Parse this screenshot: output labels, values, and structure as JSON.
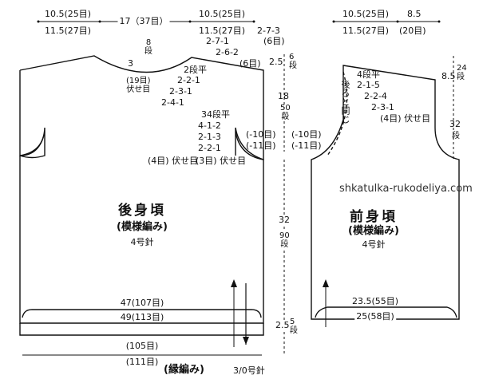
{
  "watermark": "shkatulka-rukodeliya.com",
  "back": {
    "title": "後身頃",
    "pattern": "(模様編み)",
    "needle": "4号針",
    "shoulder_left_top": "10.5(25目)",
    "shoulder_left_bottom": "11.5(27目)",
    "neck_width": "17（37目）",
    "shoulder_right_top": "10.5(25目)",
    "shoulder_right_bottom": "11.5(27目)",
    "shoulder_shaping": [
      "2-7-3",
      "(6目)",
      "2-7-1",
      "2-6-2",
      "(6目)"
    ],
    "neck_depth_1": "3",
    "neck_depth_2": "8\n段",
    "neck_bind": "(19目)\n伏せ目",
    "neck_shaping": [
      "2段平",
      "2-2-1",
      "2-3-1",
      "2-4-1"
    ],
    "armhole_shaping": [
      "34段平",
      "4-1-2",
      "2-1-3",
      "2-2-1",
      "(3目) 伏せ目"
    ],
    "armhole_bind_left": "(4目) 伏せ目",
    "hem_width_1": "47(107目)",
    "hem_width_2": "49(113目)",
    "bottom_total_1": "(105目)",
    "bottom_total_2": "(111目)",
    "edging": "(縁編み)",
    "edging_needle": "3/0号針"
  },
  "center": {
    "shoulder_h": "2.5",
    "shoulder_rows": "6\n段",
    "armhole_h": "18",
    "armhole_rows": "50\n段",
    "dec_left_1": "(-10目)",
    "dec_left_2": "(-11目)",
    "dec_right_1": "(-10目)",
    "dec_right_2": "(-11目)",
    "body_h": "32",
    "body_rows": "90\n段",
    "edge_h": "2.5",
    "edge_rows": "5\n段"
  },
  "front": {
    "title": "前身頃",
    "pattern": "(模様編み)",
    "needle": "4号針",
    "shoulder_top": "10.5(25目)",
    "shoulder_bottom": "11.5(27目)",
    "neck_width": "8.5",
    "neck_sts": "(20目)",
    "same_as_back": "後ろと同じ",
    "neck_shaping": [
      "4段平",
      "2-1-5",
      "2-2-4",
      "2-3-1",
      "(4目) 伏せ目"
    ],
    "neck_h": "8.5",
    "neck_rows": "24\n段",
    "side_h": "32",
    "side_rows": "段",
    "hem_width_1": "23.5(55目)",
    "hem_width_2": "25(58目)"
  }
}
